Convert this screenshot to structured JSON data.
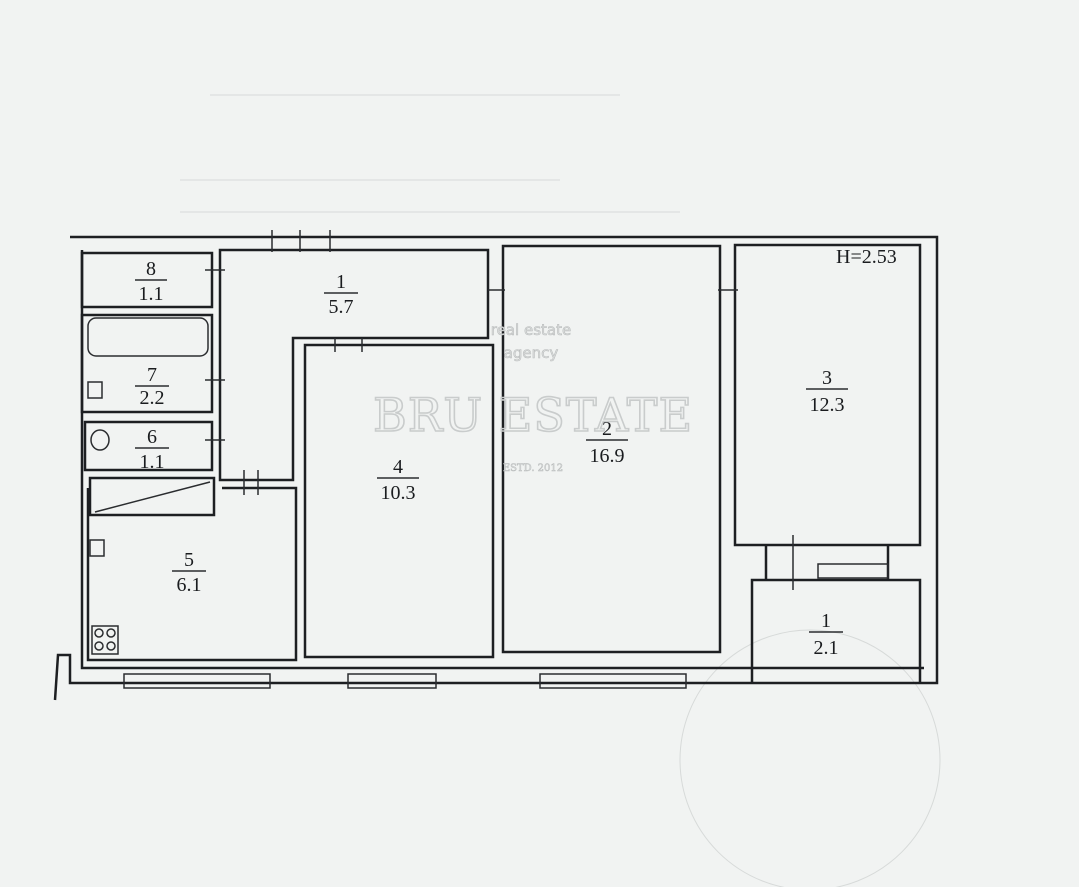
{
  "plan": {
    "ceiling_height": "H=2.53",
    "rooms": [
      {
        "number": "8",
        "area": "1.1"
      },
      {
        "number": "7",
        "area": "2.2"
      },
      {
        "number": "6",
        "area": "1.1"
      },
      {
        "number": "5",
        "area": "6.1"
      },
      {
        "number": "1",
        "area": "5.7"
      },
      {
        "number": "4",
        "area": "10.3"
      },
      {
        "number": "2",
        "area": "16.9"
      },
      {
        "number": "3",
        "area": "12.3"
      },
      {
        "number": "1",
        "area": "2.1"
      }
    ]
  },
  "watermark": {
    "line1": "real estate",
    "line2": "agency",
    "brand": "BRU ESTATE",
    "established": "ESTD. 2012"
  }
}
